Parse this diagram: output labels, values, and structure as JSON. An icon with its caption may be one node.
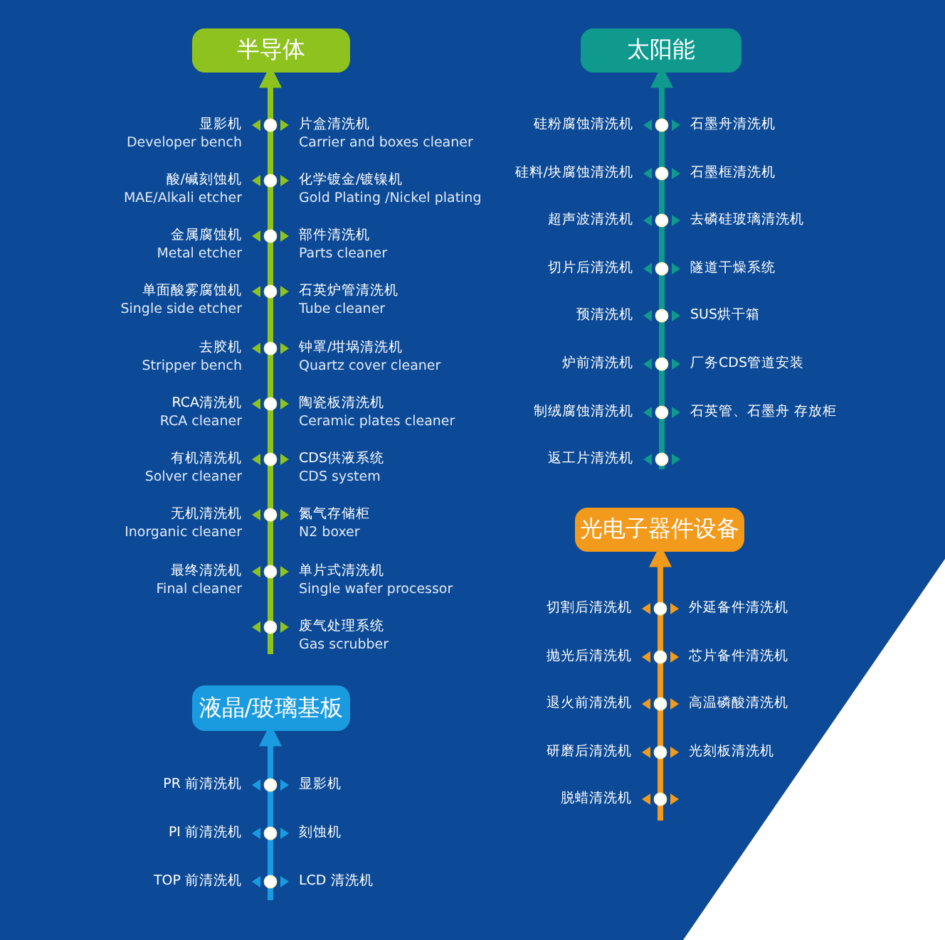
{
  "diagram": {
    "nodes": [
      {
        "text": [
          "半导体"
        ]
      },
      {
        "text": [
          "太阳能"
        ]
      },
      {
        "text": [
          "光电子器件设备"
        ]
      },
      {
        "text": [
          "液晶/玻璃基板"
        ]
      }
    ],
    "edges": [
      {
        "from": null,
        "to": 0,
        "arrow": "to",
        "color": "#8dc21f"
      },
      {
        "from": null,
        "to": 1,
        "arrow": "to",
        "color": "#10998d"
      },
      {
        "from": null,
        "to": 2,
        "arrow": "to",
        "color": "#f29a1c"
      },
      {
        "from": null,
        "to": 3,
        "arrow": "to",
        "color": "#1a9be0"
      }
    ],
    "labels": [
      "显影机",
      "Developer bench",
      "片盒清洗机",
      "Carrier and boxes cleaner",
      "酸/碱刻蚀机",
      "MAE/Alkali etcher",
      "化学镀金/镀镍机",
      "Gold Plating /Nickel plating",
      "金属腐蚀机",
      "Metal etcher",
      "部件清洗机",
      "Parts cleaner",
      "单面酸雾腐蚀机",
      "Single side etcher",
      "石英炉管清洗机",
      "Tube cleaner",
      "去胶机",
      "Stripper bench",
      "钟罩/坩埚清洗机",
      "Quartz cover cleaner",
      "RCA清洗机",
      "RCA cleaner",
      "陶瓷板清洗机",
      "Ceramic plates cleaner",
      "有机清洗机",
      "Solver cleaner",
      "CDS供液系统",
      "CDS system",
      "无机清洗机",
      "Inorganic cleaner",
      "氮气存储柜",
      "N2 boxer",
      "最终清洗机",
      "Final cleaner",
      "单片式清洗机",
      "Single wafer processor",
      "废气处理系统",
      "Gas scrubber",
      "硅粉腐蚀清洗机",
      "石墨舟清洗机",
      "硅料/块腐蚀清洗机",
      "石墨框清洗机",
      "超声波清洗机",
      "去磷硅玻璃清洗机",
      "切片后清洗机",
      "隧道干燥系统",
      "预清洗机",
      "SUS烘干箱",
      "炉前清洗机",
      "厂务CDS管道安装",
      "制绒腐蚀清洗机",
      "石英管、石墨舟 存放柜",
      "返工片清洗机",
      "切割后清洗机",
      "外延备件清洗机",
      "抛光后清洗机",
      "芯片备件清洗机",
      "退火前清洗机",
      "高温磷酸清洗机",
      "研磨后清洗机",
      "光刻板清洗机",
      "脱蜡清洗机",
      "PR 前清洗机",
      "显影机",
      "PI 前清洗机",
      "刻蚀机",
      "TOP 前清洗机",
      "LCD 清洗机"
    ]
  }
}
